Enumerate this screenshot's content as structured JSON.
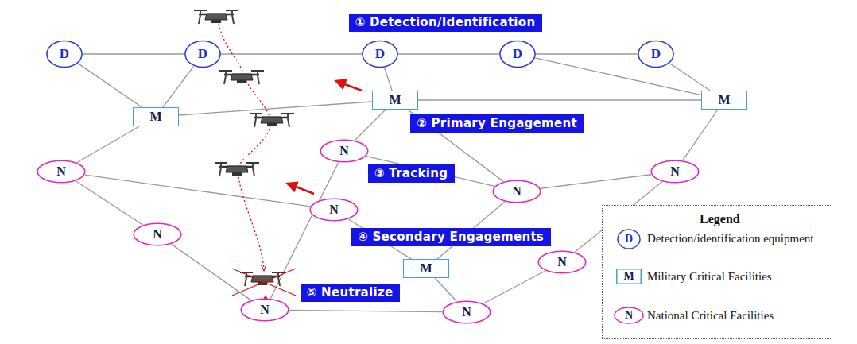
{
  "diagram": {
    "nodes": [
      {
        "text": [
          "D"
        ]
      },
      {
        "text": [
          "D"
        ]
      },
      {
        "text": [
          "D"
        ]
      },
      {
        "text": [
          "D"
        ]
      },
      {
        "text": [
          "D"
        ]
      },
      {
        "text": [
          "M"
        ]
      },
      {
        "text": [
          "M"
        ]
      },
      {
        "text": [
          "M"
        ]
      },
      {
        "text": [
          "N"
        ]
      },
      {
        "text": [
          "N"
        ]
      },
      {
        "text": [
          "N"
        ]
      },
      {
        "text": [
          "N"
        ]
      },
      {
        "text": [
          "N"
        ]
      },
      {
        "text": [
          "N"
        ]
      },
      {
        "text": [
          "N"
        ]
      },
      {
        "text": [
          "M"
        ]
      },
      {
        "text": [
          "N"
        ]
      },
      {
        "text": [
          "N"
        ]
      },
      {
        "text": [
          "① Detection/Identification"
        ]
      },
      {
        "text": [
          "② Primary Engagement"
        ]
      },
      {
        "text": [
          "③ Tracking"
        ]
      },
      {
        "text": [
          "④ Secondary Engagements"
        ]
      },
      {
        "text": [
          "⑤ Neutralize"
        ]
      }
    ],
    "edges": [
      {
        "from": 0,
        "to": 1,
        "arrow": "none"
      },
      {
        "from": 1,
        "to": 2,
        "arrow": "none"
      },
      {
        "from": 2,
        "to": 3,
        "arrow": "none"
      },
      {
        "from": 3,
        "to": 4,
        "arrow": "none"
      },
      {
        "from": 0,
        "to": 7,
        "arrow": "none"
      },
      {
        "from": 1,
        "to": 7,
        "arrow": "none"
      },
      {
        "from": 2,
        "to": 5,
        "arrow": "none"
      },
      {
        "from": 3,
        "to": 6,
        "arrow": "none"
      },
      {
        "from": 4,
        "to": 6,
        "arrow": "none"
      },
      {
        "from": 7,
        "to": 5,
        "arrow": "none"
      },
      {
        "from": 5,
        "to": 6,
        "arrow": "none"
      },
      {
        "from": 7,
        "to": 9,
        "arrow": "none"
      },
      {
        "from": 9,
        "to": 12,
        "arrow": "none"
      },
      {
        "from": 9,
        "to": 13,
        "arrow": "none"
      },
      {
        "from": 13,
        "to": 16,
        "arrow": "none"
      },
      {
        "from": 5,
        "to": 8,
        "arrow": "none"
      },
      {
        "from": 8,
        "to": 11,
        "arrow": "none"
      },
      {
        "from": 8,
        "to": 16,
        "arrow": "none"
      },
      {
        "from": 12,
        "to": 15,
        "arrow": "none"
      },
      {
        "from": 5,
        "to": 11,
        "arrow": "none"
      },
      {
        "from": 11,
        "to": 10,
        "arrow": "none"
      },
      {
        "from": 11,
        "to": 15,
        "arrow": "none"
      },
      {
        "from": 10,
        "to": 6,
        "arrow": "none"
      },
      {
        "from": 10,
        "to": 14,
        "arrow": "none"
      },
      {
        "from": 14,
        "to": 17,
        "arrow": "none"
      },
      {
        "from": 15,
        "to": 17,
        "arrow": "none"
      },
      {
        "from": 16,
        "to": 17,
        "arrow": "none"
      }
    ],
    "labels": [
      "Legend",
      "D",
      "M",
      "N"
    ],
    "legend": [
      {
        "text": "Detection/identification equipment"
      },
      {
        "text": "Military Critical Facilities"
      },
      {
        "text": "National Critical Facilities"
      }
    ]
  }
}
